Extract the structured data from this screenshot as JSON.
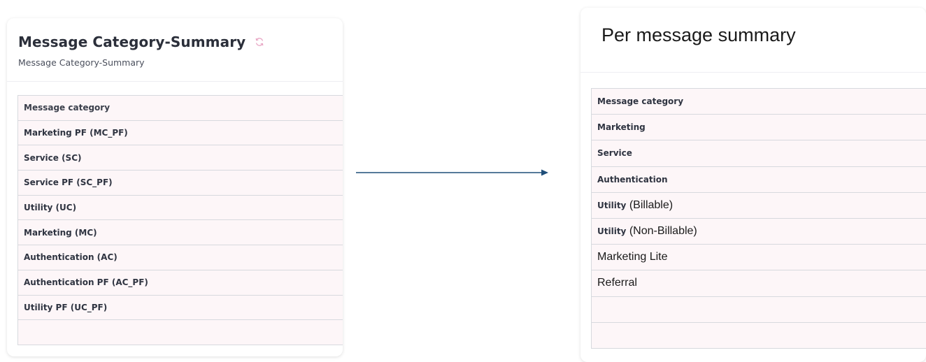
{
  "left_panel": {
    "title": "Message Category-Summary",
    "subtitle": "Message Category-Summary",
    "title_icon": "refresh-icon",
    "rows": [
      "Message category",
      "Marketing PF (MC_PF)",
      "Service (SC)",
      "Service PF (SC_PF)",
      "Utility (UC)",
      "Marketing (MC)",
      "Authentication (AC)",
      "Authentication PF (AC_PF)",
      "Utility PF (UC_PF)",
      ""
    ]
  },
  "arrow": {
    "color": "#1f4e79",
    "icon": "right-arrow-icon"
  },
  "right_panel": {
    "title": "Per message summary",
    "rows": [
      {
        "bold": "Message category",
        "plain": ""
      },
      {
        "bold": "Marketing",
        "plain": ""
      },
      {
        "bold": "Service",
        "plain": ""
      },
      {
        "bold": "Authentication",
        "plain": ""
      },
      {
        "bold": "Utility",
        "plain": " (Billable)"
      },
      {
        "bold": "Utility",
        "plain": " (Non-Billable)"
      },
      {
        "bold": "",
        "plain": "Marketing Lite"
      },
      {
        "bold": "",
        "plain": "Referral"
      },
      {
        "bold": "",
        "plain": ""
      },
      {
        "bold": "",
        "plain": ""
      }
    ]
  },
  "colors": {
    "row_background": "#fdf6f8",
    "grid_line": "#d7d9de",
    "icon_accent": "#e8a6c4"
  }
}
